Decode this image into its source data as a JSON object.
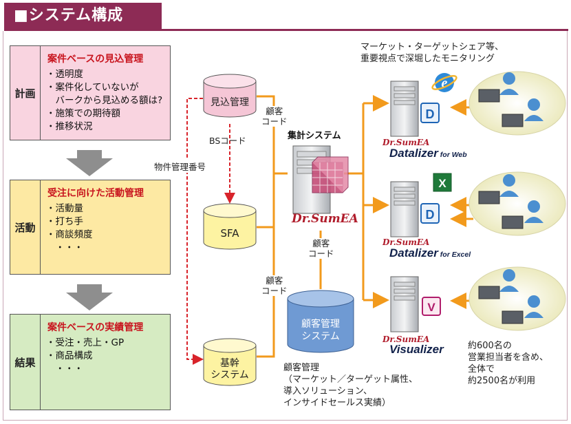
{
  "title": "■システム構成",
  "stages": [
    {
      "label": "計画",
      "heading": "案件ベースの見込管理",
      "items": [
        "・透明度",
        "・案件化していないが\n　バークから見込める額は?",
        "・施策での期待額",
        "・推移状況"
      ]
    },
    {
      "label": "活動",
      "heading": "受注に向けた活動管理",
      "items": [
        "・活動量",
        "・打ち手",
        "・商談頻度",
        "　・・・"
      ]
    },
    {
      "label": "結果",
      "heading": "案件ベースの実績管理",
      "items": [
        "・受注・売上・GP",
        "・商品構成",
        "　・・・"
      ]
    }
  ],
  "dbs": {
    "mikomi": "見込管理",
    "sfa": "SFA",
    "kikan": "基幹\nシステム",
    "kokyaku": "顧客管理\nシステム"
  },
  "labels": {
    "bs_code": "BSコード",
    "bukken": "物件管理番号",
    "kokyaku_code": "顧客\nコード"
  },
  "aggregation": {
    "title": "集計システム",
    "logo": "Dr.SumEA"
  },
  "monitoring_note": "マーケット・ターゲットシェア等、\n重要視点で深堀したモニタリング",
  "products": [
    {
      "logo": "Dr.SumEA",
      "name": "Datalizer",
      "suffix": " for Web"
    },
    {
      "logo": "Dr.SumEA",
      "name": "Datalizer",
      "suffix": " for Excel"
    },
    {
      "logo": "Dr.SumEA",
      "name": "Visualizer",
      "suffix": ""
    }
  ],
  "customer_note": "顧客管理\n（マーケット／ターゲット属性、\n導入ソリューション、\nインサイドセールス実績）",
  "users_note": "約600名の\n営業担当者を含め、\n全体で\n約2500名が利用",
  "colors": {
    "accent": "#8d2b55",
    "stage_plan": "#f9d4e0",
    "stage_action": "#fde9a3",
    "stage_result": "#d6ebc2",
    "arrow": "#f29a1c",
    "dashed": "#d8232a",
    "db_yellow": "#fdf3a2",
    "db_pink": "#f5c6d6",
    "db_blue": "#6f9ad3"
  },
  "icons": [
    "ie-icon",
    "excel-icon",
    "visualizer-icon",
    "datalizer-icon",
    "server-icon",
    "user-icon"
  ]
}
